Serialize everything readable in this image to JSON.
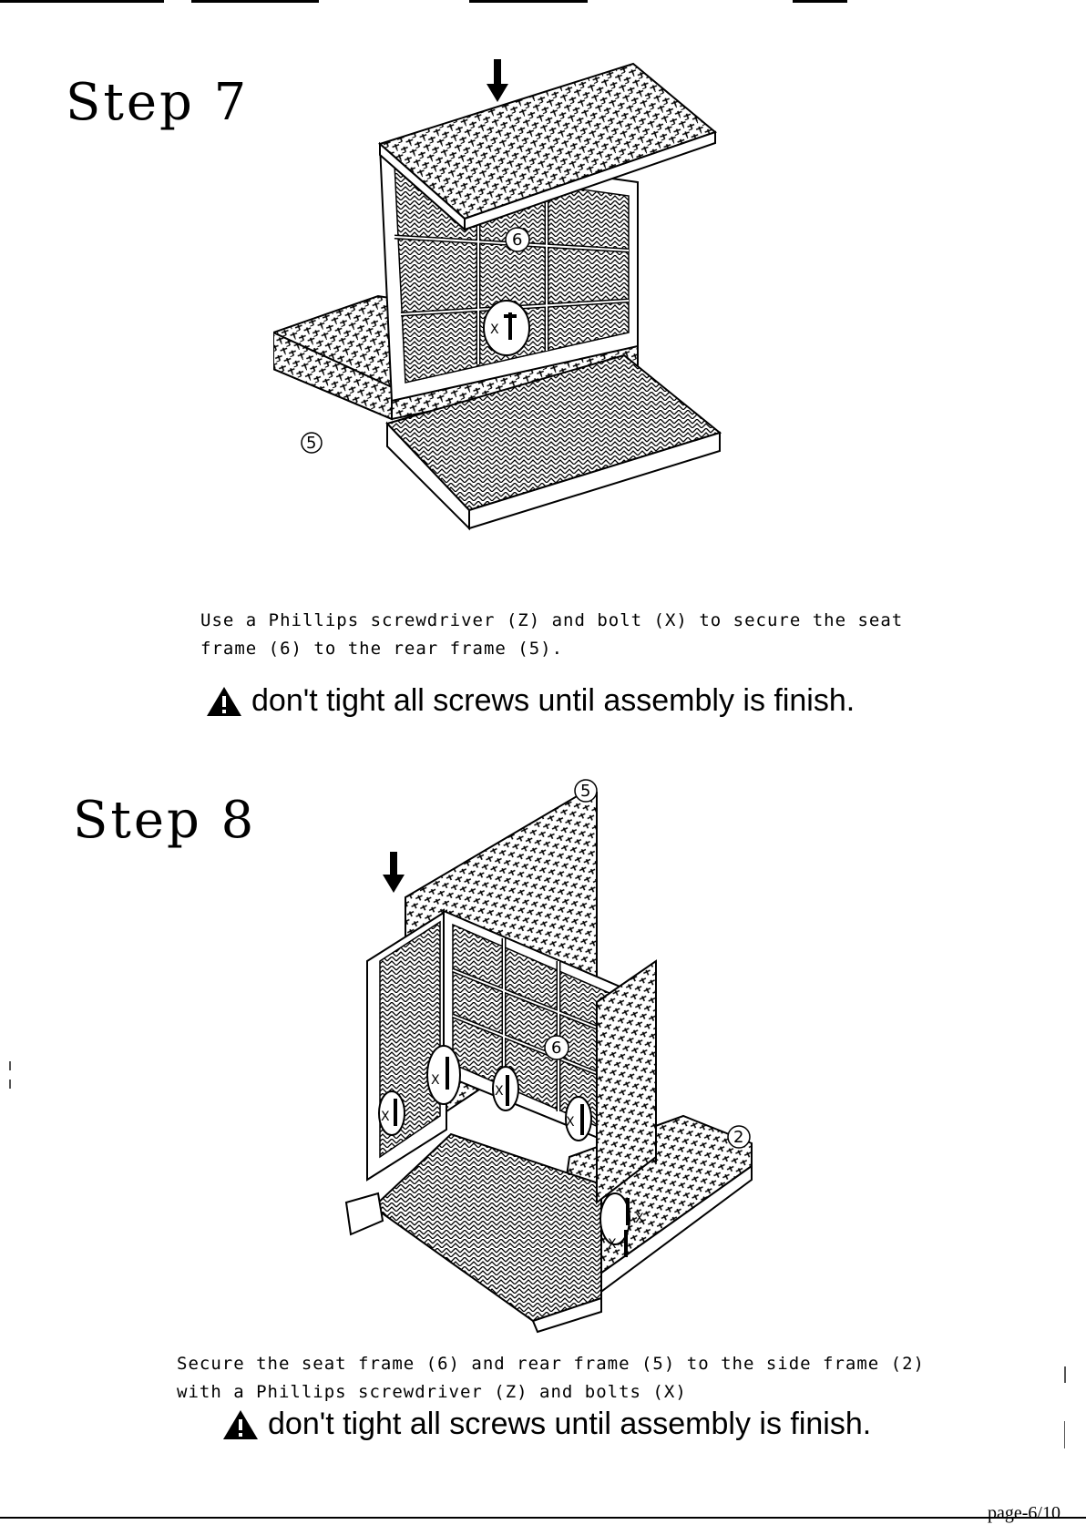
{
  "step7": {
    "title": "Step 7",
    "instruction_line1": "Use a Phillips screwdriver (Z) and bolt (X) to secure the seat",
    "instruction_line2": "frame (6) to the rear frame (5).",
    "warning": "don't tight all screws until assembly is finish.",
    "labels": {
      "seat_frame": "6",
      "rear_frame": "5",
      "bolt": "X"
    }
  },
  "step8": {
    "title": "Step 8",
    "instruction_line1": "Secure the seat frame (6) and rear frame (5) to the side frame (2)",
    "instruction_line2": "with a Phillips screwdriver (Z) and bolts (X)",
    "warning": "don't tight all screws until assembly is finish.",
    "labels": {
      "rear_frame": "5",
      "seat_frame": "6",
      "side_frame": "2",
      "bolt": "X"
    }
  },
  "footer": {
    "page": "page-6/10"
  },
  "icons": {
    "warning": "warning-triangle-icon",
    "arrow": "down-arrow-icon"
  }
}
